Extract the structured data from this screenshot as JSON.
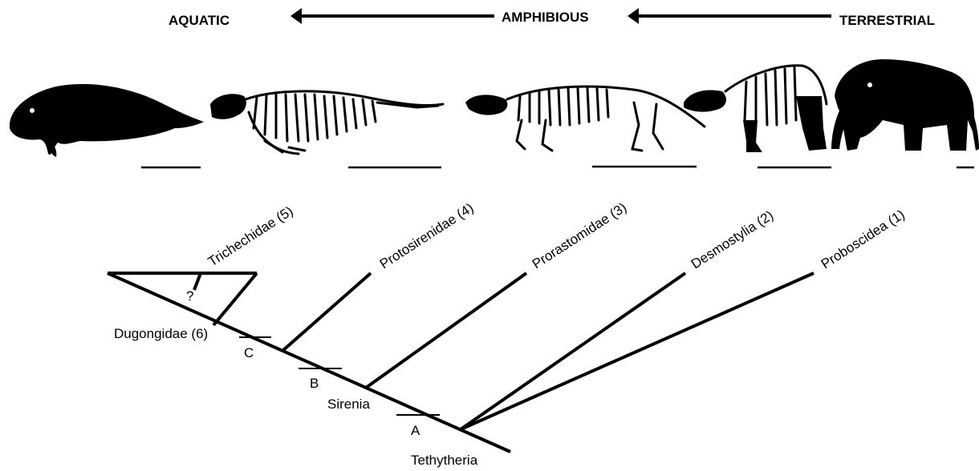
{
  "header": {
    "aquatic": "AQUATIC",
    "amphibious": "AMPHIBIOUS",
    "terrestrial": "TERRESTRIAL"
  },
  "taxa": {
    "trichechidae": "Trichechidae (5)",
    "protosirenidae": "Protosirenidae (4)",
    "prorastomidae": "Prorastomidae (3)",
    "desmostylia": "Desmostylia (2)",
    "proboscidea": "Proboscidea (1)",
    "dugongidae": "Dugongidae (6)"
  },
  "nodes": {
    "sirenia": "Sirenia",
    "tethytheria": "Tethytheria",
    "a": "A",
    "b": "B",
    "c": "C",
    "uncertain": "?"
  },
  "icons": [
    "manatee-silhouette",
    "protosirenid-skeleton",
    "prorastomid-skeleton",
    "desmostylian-skeleton",
    "elephant-silhouette"
  ]
}
